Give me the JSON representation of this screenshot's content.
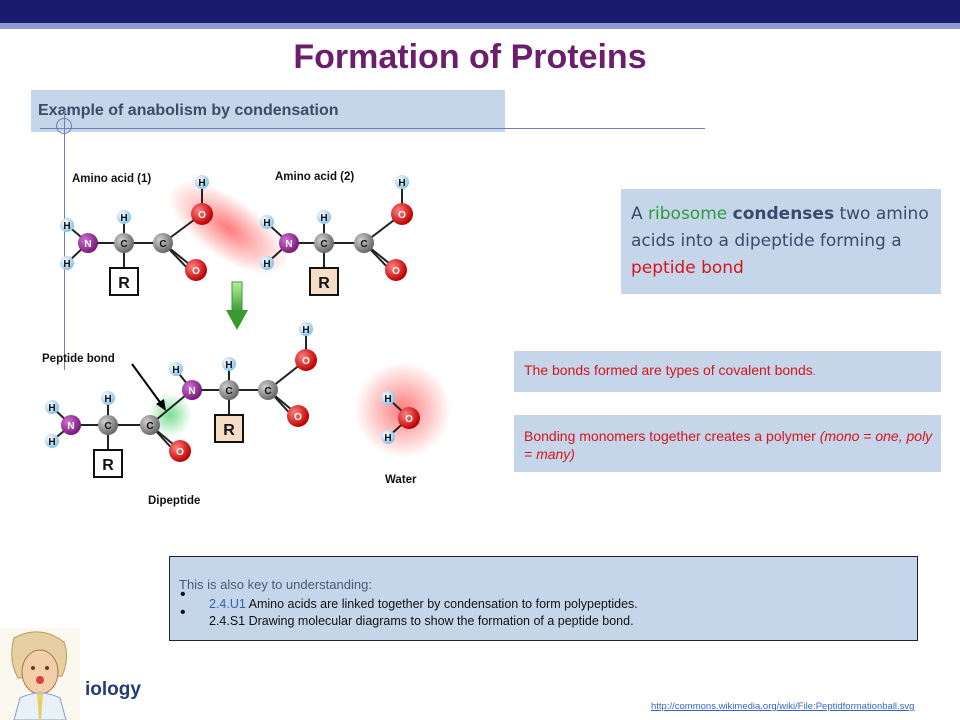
{
  "slide": {
    "title": "Formation of Proteins",
    "subtitle": "Example of anabolism by condensation"
  },
  "diagram": {
    "label_aa1": "Amino acid (1)",
    "label_aa2": "Amino acid (2)",
    "label_peptide": "Peptide bond",
    "label_dipeptide": "Dipeptide",
    "label_water": "Water",
    "atom_H": "H",
    "atom_N": "N",
    "atom_C": "C",
    "atom_O": "O",
    "group_R": "R"
  },
  "ribosome_box": {
    "t1": "A ",
    "t2": "ribosome",
    "t3": " ",
    "t4": "condenses",
    "t5": " two amino acids into a dipeptide forming a ",
    "t6": "peptide bond"
  },
  "covalent_box": {
    "text": "The bonds formed are types of covalent bonds",
    "dot": "."
  },
  "polymer_box": {
    "text": "Bonding monomers together creates a polymer ",
    "italic": "(mono = one, poly = many)"
  },
  "key_box": {
    "intro": "This is also key to understanding:",
    "items": [
      {
        "code": "2.4.U1",
        "text": " Amino acids are linked together by condensation to form polypeptides."
      },
      {
        "code": "2.4.S1",
        "text": " Drawing molecular diagrams to show the formation of a peptide bond."
      }
    ]
  },
  "footer": {
    "brand": "iology",
    "link": "http://commons.wikimedia.org/wiki/File:Peptidformationball.svg"
  },
  "colors": {
    "title": "#6b1e6b",
    "accent_red": "#d8141a",
    "accent_green": "#2e9a3e",
    "box_fill": "#c6d6ea"
  }
}
